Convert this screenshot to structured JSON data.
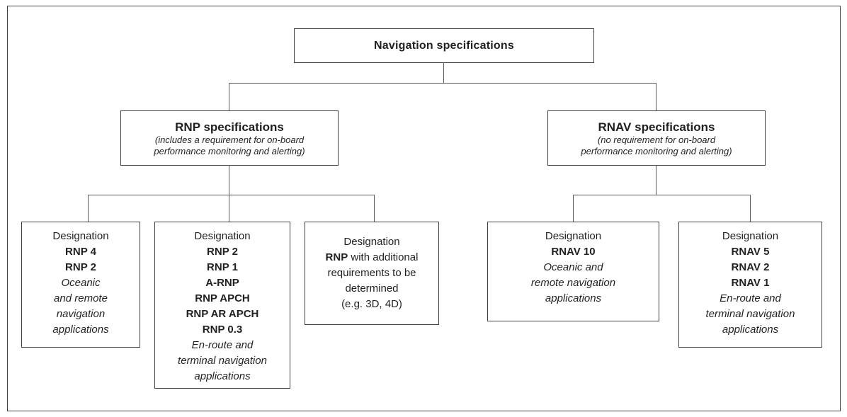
{
  "colors": {
    "box_border": "#3f3f3f",
    "connector_line": "#5a5a5a",
    "text": "#231f20",
    "background": "#ffffff"
  },
  "root": {
    "title": "Navigation specifications"
  },
  "rnp": {
    "title": "RNP specifications",
    "subtitle_line1": "(includes a requirement for on-board",
    "subtitle_line2": "performance monitoring and alerting)"
  },
  "rnav": {
    "title": "RNAV specifications",
    "subtitle_line1": "(no requirement for on-board",
    "subtitle_line2": "performance monitoring and alerting)"
  },
  "leaves": [
    {
      "label": "Designation",
      "designations": [
        "RNP 4",
        "RNP 2"
      ],
      "description_lines": [
        "Oceanic",
        "and remote",
        "navigation",
        "applications"
      ]
    },
    {
      "label": "Designation",
      "designations": [
        "RNP 2",
        "RNP 1",
        "A-RNP",
        "RNP APCH",
        "RNP AR APCH",
        "RNP 0.3"
      ],
      "description_lines": [
        "En-route and",
        "terminal navigation",
        "applications"
      ]
    },
    {
      "label": "Designation",
      "bold_term": "RNP",
      "text_after_bold": "with additional",
      "extra_lines": [
        "requirements to be",
        "determined",
        "(e.g. 3D, 4D)"
      ]
    },
    {
      "label": "Designation",
      "designations": [
        "RNAV 10"
      ],
      "description_lines": [
        "Oceanic and",
        "remote navigation",
        "applications"
      ]
    },
    {
      "label": "Designation",
      "designations": [
        "RNAV 5",
        "RNAV 2",
        "RNAV 1"
      ],
      "description_lines": [
        "En-route and",
        "terminal navigation",
        "applications"
      ]
    }
  ]
}
